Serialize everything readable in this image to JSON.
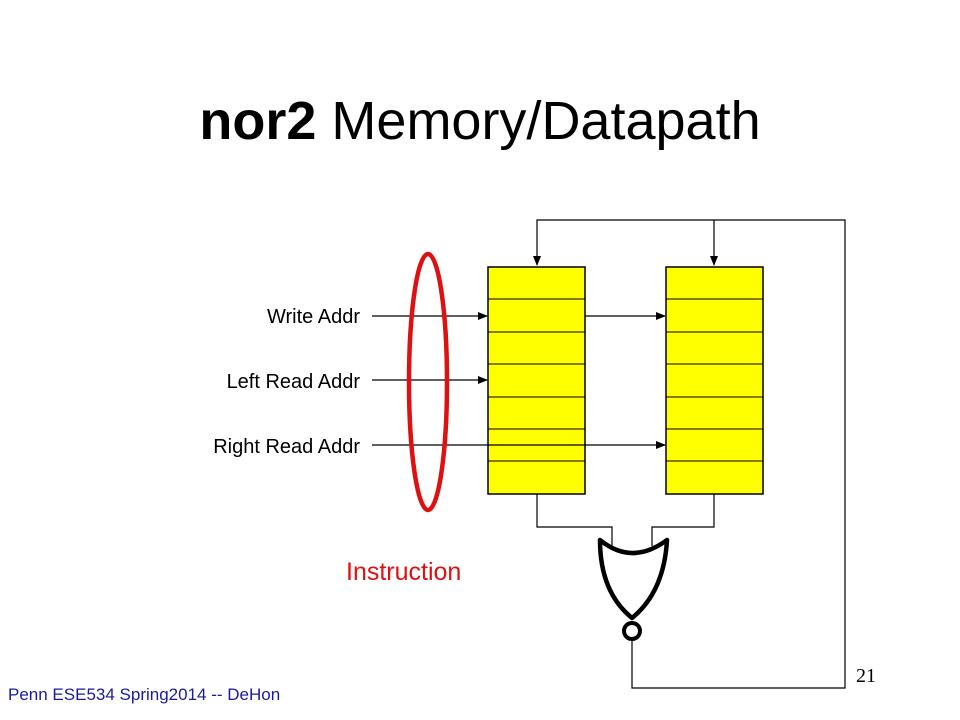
{
  "slide": {
    "title_bold": "nor2",
    "title_rest": " Memory/Datapath",
    "footer": "Penn ESE534 Spring2014 -- DeHon",
    "page_number": "21"
  },
  "diagram": {
    "labels": {
      "write_addr": "Write Addr",
      "left_read_addr": "Left Read Addr",
      "right_read_addr": "Right Read Addr",
      "instruction": "Instruction"
    },
    "colors": {
      "memory_fill": "#ffff00",
      "instruction_ellipse": "#dd1111",
      "instruction_text": "#dd1111",
      "wire": "#000000"
    }
  }
}
